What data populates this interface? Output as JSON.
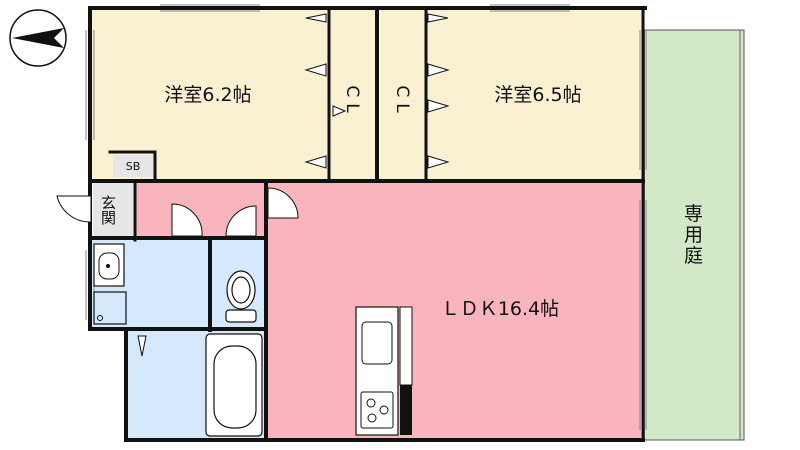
{
  "rooms": {
    "western_room_left": "洋室6.2帖",
    "western_room_right": "洋室6.5帖",
    "closet_left": "CL",
    "closet_right": "CL",
    "shoe_box": "SB",
    "entrance": "玄関",
    "ldk": "ＬＤＫ16.4帖",
    "private_garden": "専用庭"
  },
  "colors": {
    "western_room": "#faf0d2",
    "ldk": "#f9b4bd",
    "wet_area": "#d6e8fb",
    "garden": "#d3e8c7",
    "entrance": "#e6e6e6",
    "wall": "#111111"
  },
  "icons": {
    "north_arrow": "north-arrow-icon",
    "sink": "sink-icon",
    "toilet": "toilet-icon",
    "bathtub": "bathtub-icon",
    "stove": "stove-icon",
    "washing_machine": "washing-machine-icon"
  }
}
